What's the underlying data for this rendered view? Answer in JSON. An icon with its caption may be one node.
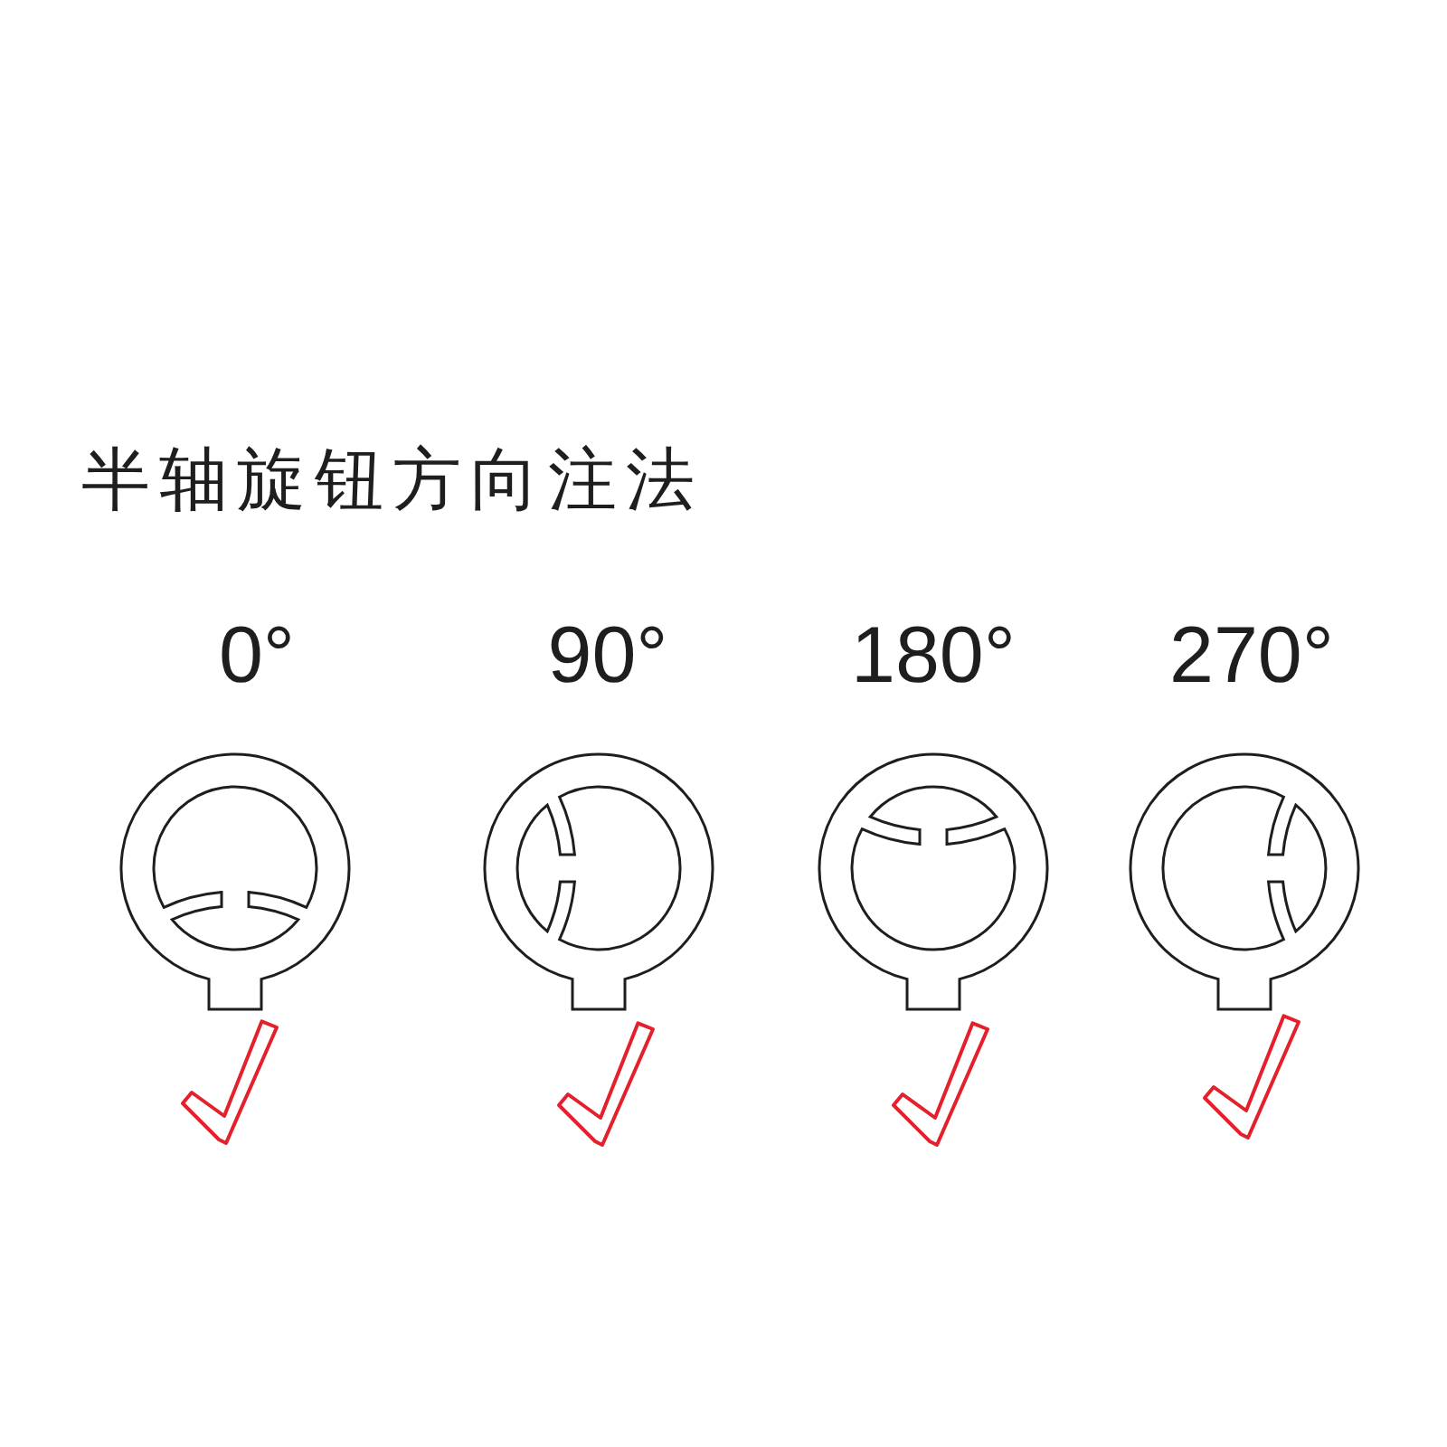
{
  "diagram": {
    "title": "半轴旋钮方向注法",
    "labels": [
      "0°",
      "90°",
      "180°",
      "270°"
    ]
  }
}
